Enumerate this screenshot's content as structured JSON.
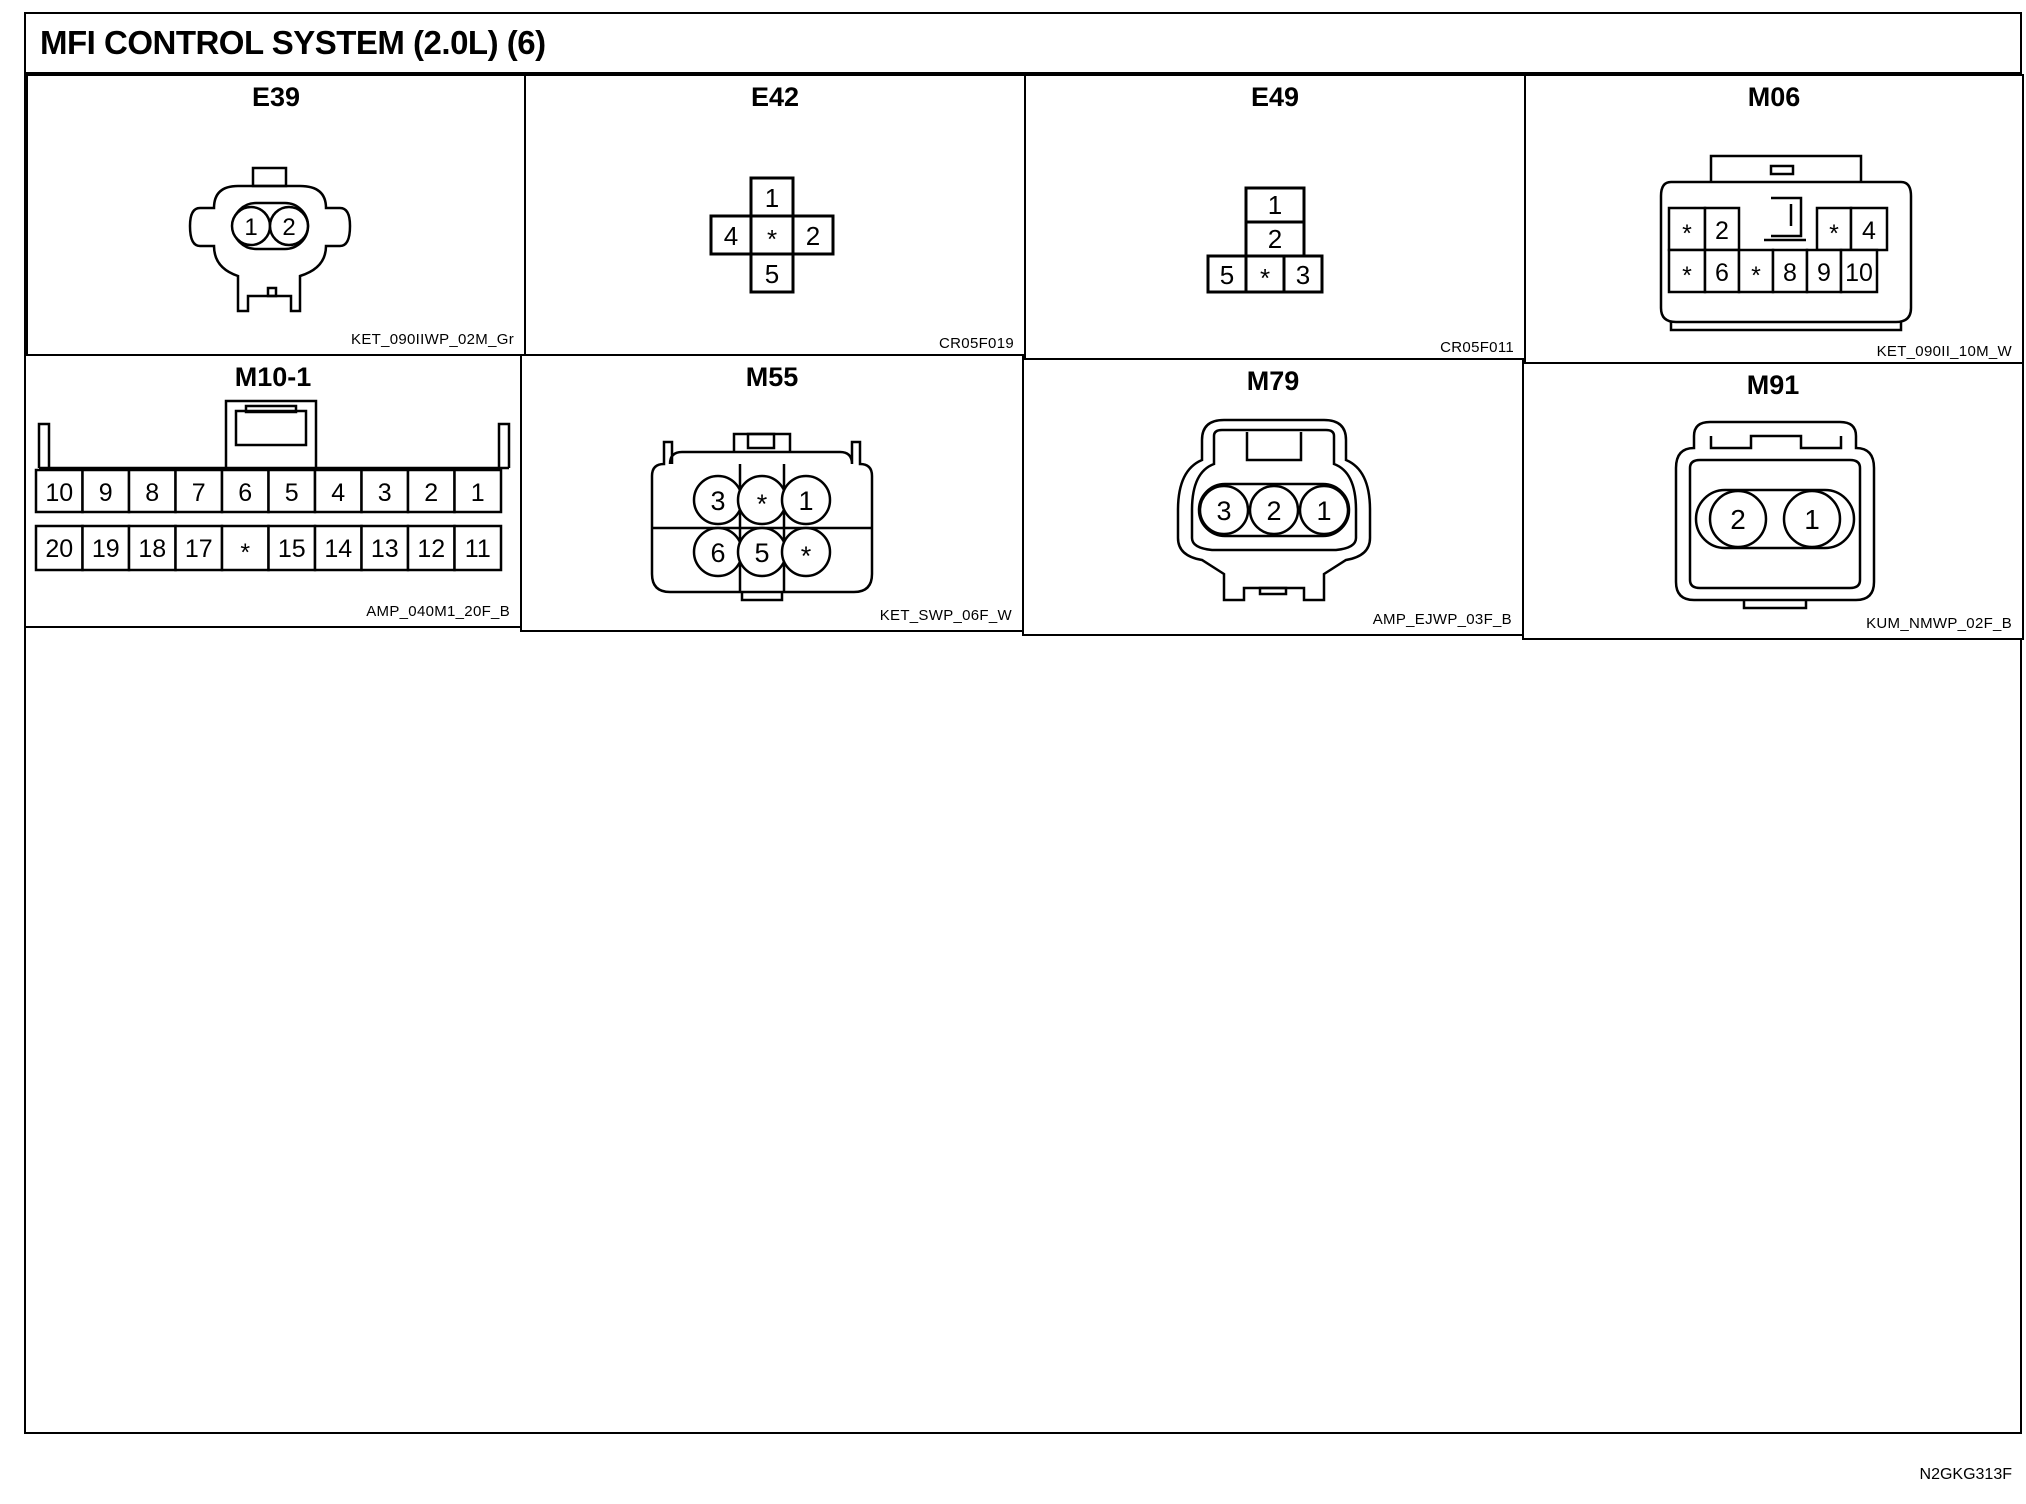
{
  "title": "MFI CONTROL SYSTEM (2.0L) (6)",
  "footer_code": "N2GKG313F",
  "connectors": [
    {
      "id": "E39",
      "part": "KET_090IIWP_02M_Gr",
      "pins": [
        "1",
        "2"
      ]
    },
    {
      "id": "E42",
      "part": "CR05F019",
      "pins": [
        "1",
        "4",
        "*",
        "2",
        "5"
      ]
    },
    {
      "id": "E49",
      "part": "CR05F011",
      "pins": [
        "1",
        "2",
        "5",
        "*",
        "3"
      ]
    },
    {
      "id": "M06",
      "part": "KET_090II_10M_W",
      "pins": [
        "*",
        "2",
        "*",
        "4",
        "*",
        "6",
        "*",
        "8",
        "9",
        "10"
      ]
    },
    {
      "id": "M10-1",
      "part": "AMP_040M1_20F_B",
      "pins": [
        "10",
        "9",
        "8",
        "7",
        "6",
        "5",
        "4",
        "3",
        "2",
        "1",
        "20",
        "19",
        "18",
        "17",
        "*",
        "15",
        "14",
        "13",
        "12",
        "11"
      ]
    },
    {
      "id": "M55",
      "part": "KET_SWP_06F_W",
      "pins": [
        "3",
        "*",
        "1",
        "6",
        "5",
        "*"
      ]
    },
    {
      "id": "M79",
      "part": "AMP_EJWP_03F_B",
      "pins": [
        "3",
        "2",
        "1"
      ]
    },
    {
      "id": "M91",
      "part": "KUM_NMWP_02F_B",
      "pins": [
        "2",
        "1"
      ]
    }
  ]
}
